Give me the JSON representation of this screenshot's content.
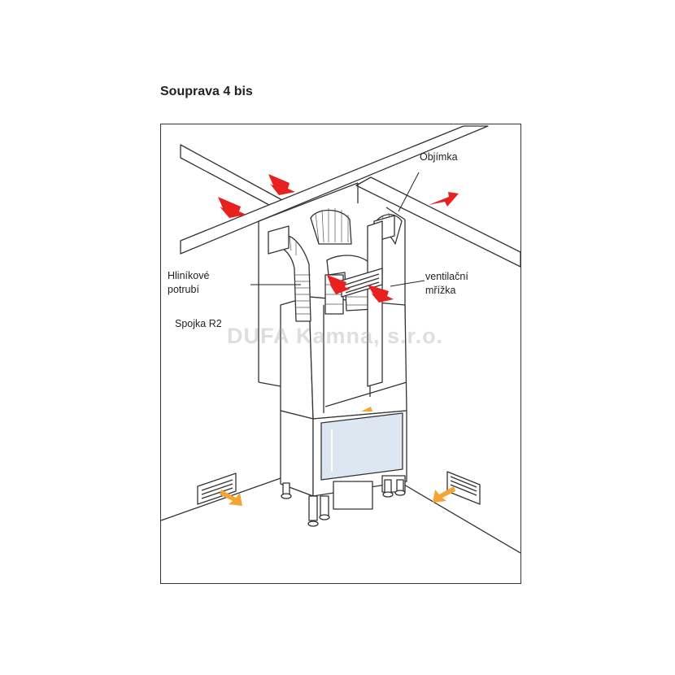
{
  "diagram": {
    "title": "Souprava 4 bis",
    "labels": {
      "objimka": "Objímka",
      "hlinikove_potrubi": "Hliníkové\npotrubí",
      "ventilacni_mrizka": "ventilační\nmřížka",
      "spojka": "Spojka R2"
    },
    "watermark": "DUFA Kamna, s.r.o.",
    "colors": {
      "hot_air_arrow": "#e82020",
      "fresh_air_arrow": "#f2a532",
      "lines": "#333333",
      "glass": "#dde7f2"
    }
  }
}
